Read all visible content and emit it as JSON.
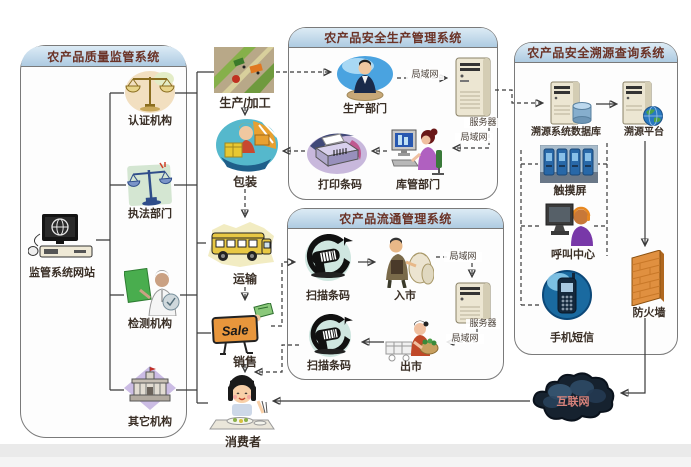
{
  "titles": {
    "supervision": "农产品质量监管系统",
    "production": "农产品安全生产管理系统",
    "circulation": "农产品流通管理系统",
    "trace": "农产品安全溯源查询系统"
  },
  "supervision": {
    "website": "监管系统网站",
    "certification": "认证机构",
    "law": "执法部门",
    "testing": "检测机构",
    "other": "其它机构"
  },
  "chain": {
    "produce": "生产/加工",
    "package": "包装",
    "transport": "运输",
    "sale": "销售",
    "sale_sign": "Sale",
    "consumer": "消费者"
  },
  "production": {
    "dept": "生产部门",
    "lan1": "局域网",
    "server": "服务器",
    "lan2": "局域网",
    "warehouse": "库管部门",
    "print": "打印条码"
  },
  "circulation": {
    "scan1": "扫描条码",
    "enter": "入市",
    "lan1": "局域网",
    "server": "服务器",
    "lan2": "局域网",
    "exit": "出市",
    "scan2": "扫描条码"
  },
  "trace": {
    "database": "溯源系统数据库",
    "platform": "溯源平台",
    "touch": "触摸屏",
    "call": "呼叫中心",
    "sms": "手机短信",
    "firewall": "防火墙"
  },
  "internet": {
    "label": "互联网"
  },
  "colors": {
    "title_bar": "#b9d3e8",
    "title_text": "#6b3226",
    "label_text": "#3a2f26",
    "line": "#3a3a3a",
    "cloud": "#16222f",
    "cloud_text": "#d9837c",
    "firewall": "#e09040"
  }
}
